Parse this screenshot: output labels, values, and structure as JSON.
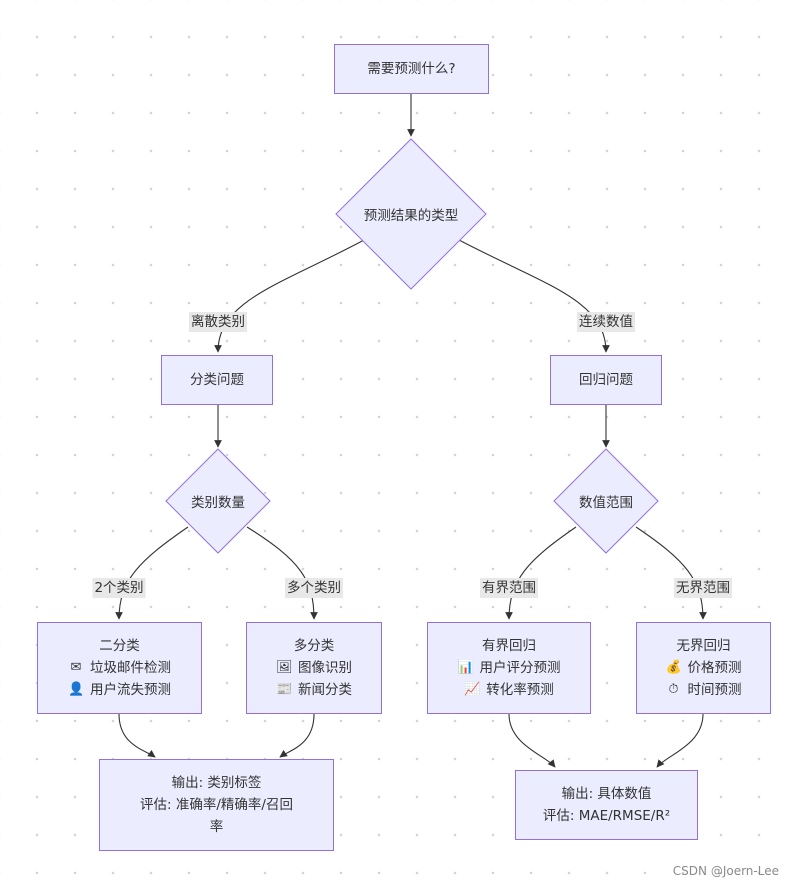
{
  "nodes": {
    "start": "需要预测什么?",
    "predict_type": "预测结果的类型",
    "classification": "分类问题",
    "regression": "回归问题",
    "class_count": "类别数量",
    "value_range": "数值范围",
    "binary": {
      "title": "二分类",
      "items": [
        {
          "icon": "envelope-icon",
          "glyph": "✉",
          "text": "垃圾邮件检测"
        },
        {
          "icon": "person-icon",
          "glyph": "👤",
          "text": "用户流失预测"
        }
      ]
    },
    "multiclass": {
      "title": "多分类",
      "items": [
        {
          "icon": "image-icon",
          "glyph": "🖼",
          "text": "图像识别"
        },
        {
          "icon": "newspaper-icon",
          "glyph": "📰",
          "text": "新闻分类"
        }
      ]
    },
    "bounded": {
      "title": "有界回归",
      "items": [
        {
          "icon": "bar-chart-icon",
          "glyph": "📊",
          "text": "用户评分预测"
        },
        {
          "icon": "trend-chart-icon",
          "glyph": "📈",
          "text": "转化率预测"
        }
      ]
    },
    "unbounded": {
      "title": "无界回归",
      "items": [
        {
          "icon": "money-bag-icon",
          "glyph": "💰",
          "text": "价格预测"
        },
        {
          "icon": "stopwatch-icon",
          "glyph": "⏱",
          "text": "时间预测"
        }
      ]
    },
    "class_output": {
      "line1": "输出: 类别标签",
      "line2": "评估: 准确率/精确率/召回",
      "line3": "率"
    },
    "reg_output": {
      "line1": "输出: 具体数值",
      "line2": "评估: MAE/RMSE/R²"
    }
  },
  "edge_labels": {
    "discrete": "离散类别",
    "continuous": "连续数值",
    "two_classes": "2个类别",
    "multi_classes": "多个类别",
    "bounded_range": "有界范围",
    "unbounded_range": "无界范围"
  },
  "watermark": "CSDN @Joern-Lee",
  "colors": {
    "node_fill": "#ECECFF",
    "node_border": "#9370DB",
    "edge": "#333333",
    "label_bg": "#e8e8e8"
  }
}
